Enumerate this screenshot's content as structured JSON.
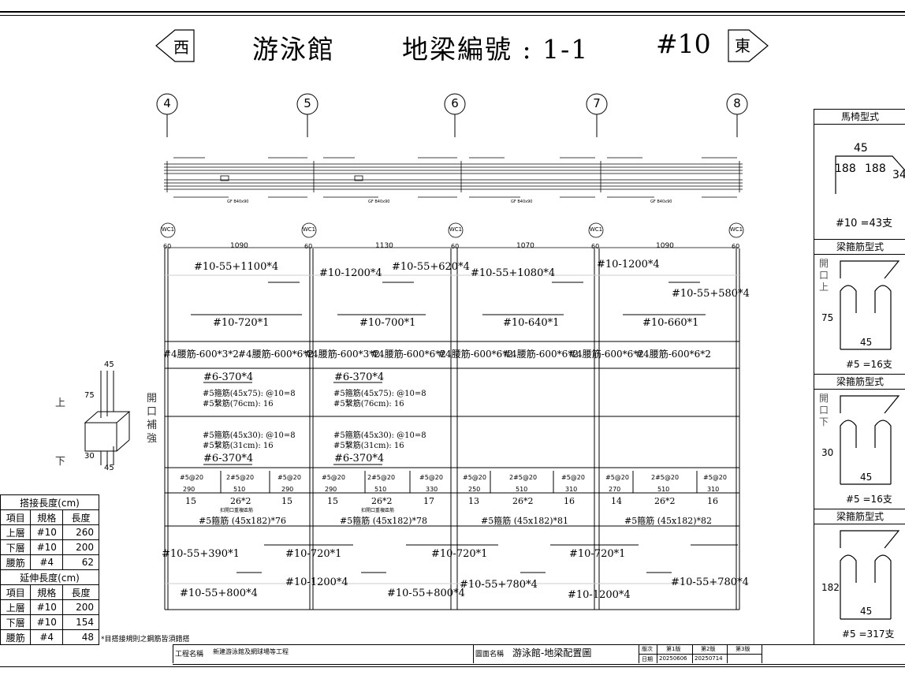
{
  "title": {
    "west": "西",
    "east": "東",
    "building": "游泳館",
    "beam_label": "地梁編號 : 1-1",
    "bar_size": "#10"
  },
  "gridlines": [
    "4",
    "5",
    "6",
    "7",
    "8"
  ],
  "elevation_tags": [
    "GF B40x90",
    "GF B40x90",
    "GF B40x90",
    "GF B40x90"
  ],
  "wc_labels": [
    "WC1",
    "WC1",
    "WC1",
    "WC1",
    "WC1"
  ],
  "spans": [
    "1090",
    "1130",
    "1070",
    "1090"
  ],
  "support_widths": [
    "60",
    "60",
    "60",
    "60",
    "60"
  ],
  "top_bars": [
    "#10-55+1100*4",
    "#10-1200*4",
    "#10-55+620*4",
    "#10-55+1080*4",
    "#10-1200*4",
    "#10-55+580*4"
  ],
  "second_bars": [
    "#10-720*1",
    "#10-700*1",
    "#10-640*1",
    "#10-660*1"
  ],
  "waist_bars": [
    "#4腰筋-600*3*2",
    "#4腰筋-600*6*2",
    "#4腰筋-600*3*2",
    "#4腰筋-600*6*2",
    "#4腰筋-600*6*2",
    "#4腰筋-600*6*2",
    "#4腰筋-600*6*2",
    "#4腰筋-600*6*2"
  ],
  "opening_top": [
    {
      "bar": "#6-370*4",
      "stirrup": "#5箍筋(45x75): @10=8",
      "tie": "#5繫筋(76cm): 16"
    },
    {
      "bar": "#6-370*4",
      "stirrup": "#5箍筋(45x75): @10=8",
      "tie": "#5繫筋(76cm): 16"
    }
  ],
  "opening_bottom": [
    {
      "stirrup": "#5箍筋(45x30): @10=8",
      "tie": "#5繫筋(31cm): 16",
      "bar": "#6-370*4"
    },
    {
      "stirrup": "#5箍筋(45x30): @10=8",
      "tie": "#5繫筋(31cm): 16",
      "bar": "#6-370*4"
    }
  ],
  "stirrup_spans": [
    {
      "zones": [
        "#5@20",
        "2#5@20",
        "#5@20"
      ],
      "lengths": [
        "290",
        "510",
        "290"
      ],
      "counts": [
        "15",
        "26*2",
        "15"
      ],
      "note": "扣開口重複區筋",
      "total": "#5箍筋 (45x182)*76"
    },
    {
      "zones": [
        "#5@20",
        "2#5@20",
        "#5@20"
      ],
      "lengths": [
        "290",
        "510",
        "330"
      ],
      "counts": [
        "15",
        "26*2",
        "17"
      ],
      "note": "扣開口重複區筋",
      "total": "#5箍筋 (45x182)*78"
    },
    {
      "zones": [
        "#5@20",
        "2#5@20",
        "#5@20"
      ],
      "lengths": [
        "250",
        "510",
        "310"
      ],
      "counts": [
        "13",
        "26*2",
        "16"
      ],
      "note": "",
      "total": "#5箍筋 (45x182)*81"
    },
    {
      "zones": [
        "#5@20",
        "2#5@20",
        "#5@20"
      ],
      "lengths": [
        "270",
        "510",
        "310"
      ],
      "counts": [
        "14",
        "26*2",
        "16"
      ],
      "note": "",
      "total": "#5箍筋 (45x182)*82"
    }
  ],
  "bottom_bars_mid": [
    "#10-55+390*1",
    "#10-720*1",
    "#10-720*1",
    "#10-720*1"
  ],
  "bottom_bars_low": [
    "#10-55+800*4",
    "#10-1200*4",
    "#10-55+800*4",
    "#10-55+780*4",
    "#10-1200*4",
    "#10-55+780*4"
  ],
  "opening_detail": {
    "top_label": "上",
    "bottom_label": "下",
    "dim_top_width": "45",
    "dim_top_height": "75",
    "dim_bottom_height": "30",
    "dim_bottom_width": "45",
    "caption": [
      "開",
      "口",
      "補",
      "強"
    ]
  },
  "lap_table": {
    "title": "搭接長度(cm)",
    "headers": [
      "項目",
      "規格",
      "長度"
    ],
    "rows": [
      [
        "上層",
        "#10",
        "260"
      ],
      [
        "下層",
        "#10",
        "200"
      ],
      [
        "腰筋",
        "#4",
        "62"
      ]
    ]
  },
  "ext_table": {
    "title": "延伸長度(cm)",
    "headers": [
      "項目",
      "規格",
      "長度"
    ],
    "rows": [
      [
        "上層",
        "#10",
        "200"
      ],
      [
        "下層",
        "#10",
        "154"
      ],
      [
        "腰筋",
        "#4",
        "48"
      ]
    ]
  },
  "footnote": "*目搭接規則之鋼筋皆須錯搭",
  "right_panels": {
    "chair": {
      "title": "馬椅型式",
      "dims": [
        "45",
        "188",
        "188",
        "34"
      ],
      "count": "#10 =43支"
    },
    "stirrup_top": {
      "title": "梁箍筋型式",
      "side": [
        "開",
        "口",
        "上"
      ],
      "height": "75",
      "width": "45",
      "count": "#5 =16支"
    },
    "stirrup_bottom": {
      "title": "梁箍筋型式",
      "side": [
        "開",
        "口",
        "下"
      ],
      "height": "30",
      "width": "45",
      "count": "#5 =16支"
    },
    "stirrup_main": {
      "title": "梁箍筋型式",
      "height": "182",
      "width": "45",
      "count": "#5 =317支"
    }
  },
  "title_block": {
    "project_label": "工程名稱",
    "project_value": "新建游泳館及網球場等工程",
    "drawing_label": "圖面名稱",
    "drawing_value": "游泳館-地梁配置圖",
    "version_label": "版次",
    "date_label": "日期",
    "versions": [
      "第1版",
      "第2版",
      "第3版"
    ],
    "dates": [
      "20250606",
      "20250714",
      ""
    ]
  }
}
